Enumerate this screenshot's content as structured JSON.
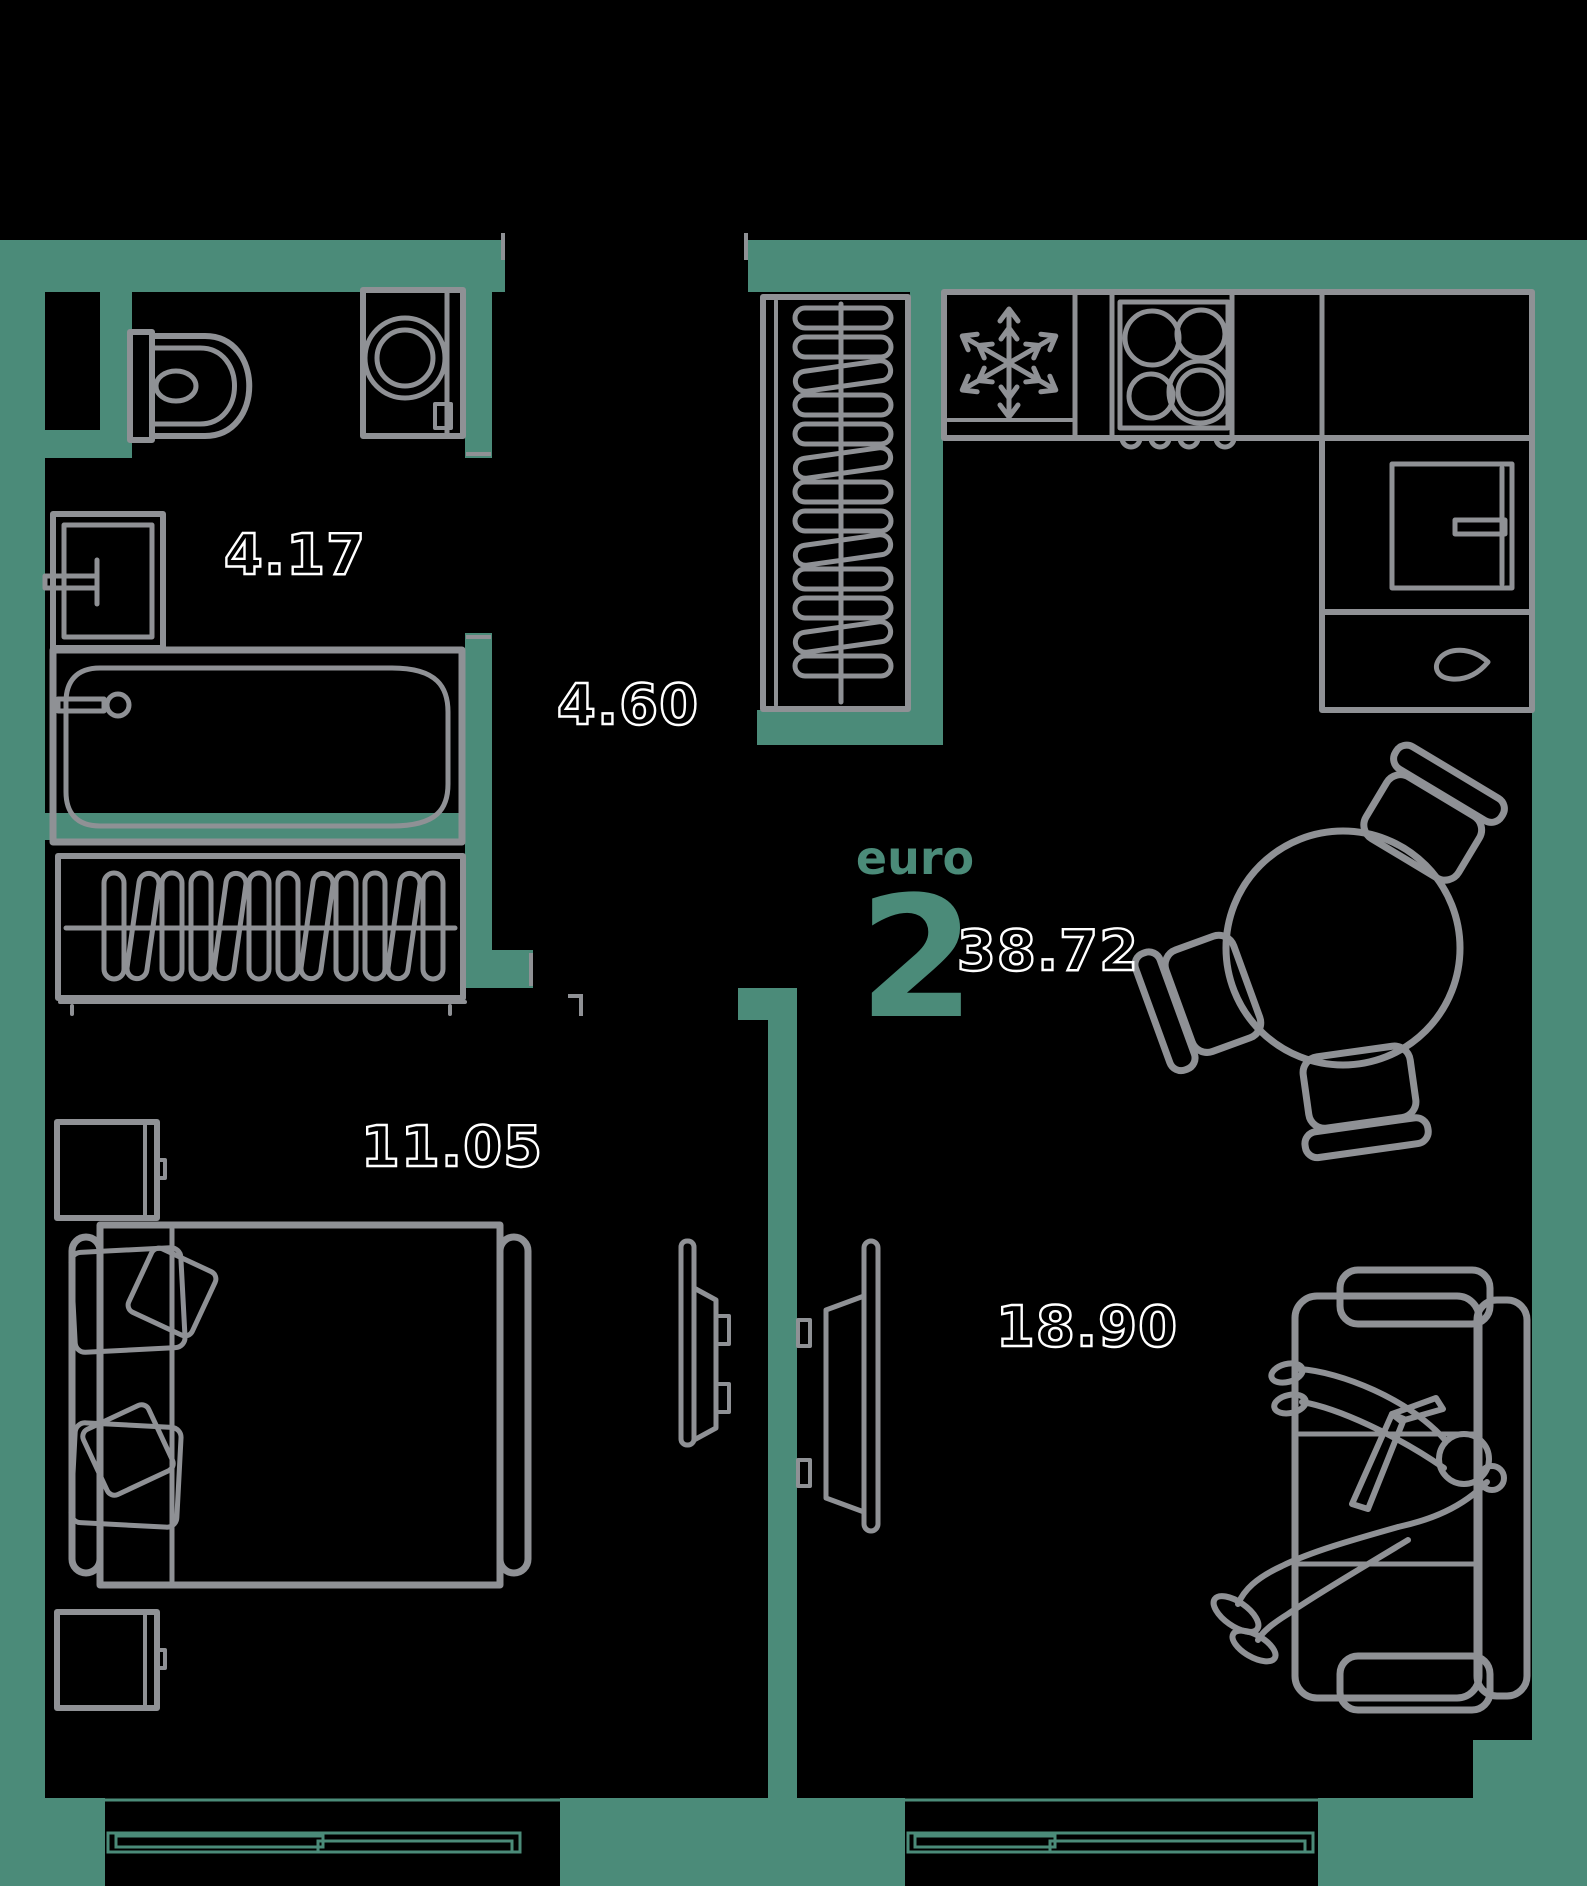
{
  "plan": {
    "type_label": "euro",
    "rooms_count": "2",
    "total_area": "38.72",
    "areas": {
      "bathroom": "4.17",
      "hallway": "4.60",
      "bedroom": "11.05",
      "kitchen_living": "18.90"
    },
    "colors": {
      "background": "#000000",
      "wall": "#4b8b79",
      "furniture_line": "#8f9195",
      "area_label_outline": "#ffffff",
      "accent_text": "#4b8b79"
    },
    "furniture_icons": [
      "toilet",
      "washing-machine",
      "washbasin",
      "bathtub",
      "wardrobe-hangers",
      "hall-closet-hangers",
      "fridge-snowflake",
      "stove-burners",
      "kitchen-sink",
      "kitchen-cabinet-handle",
      "dining-table",
      "chair",
      "sofa",
      "person-reading",
      "tv",
      "bed",
      "pillow",
      "nightstand",
      "window"
    ]
  }
}
